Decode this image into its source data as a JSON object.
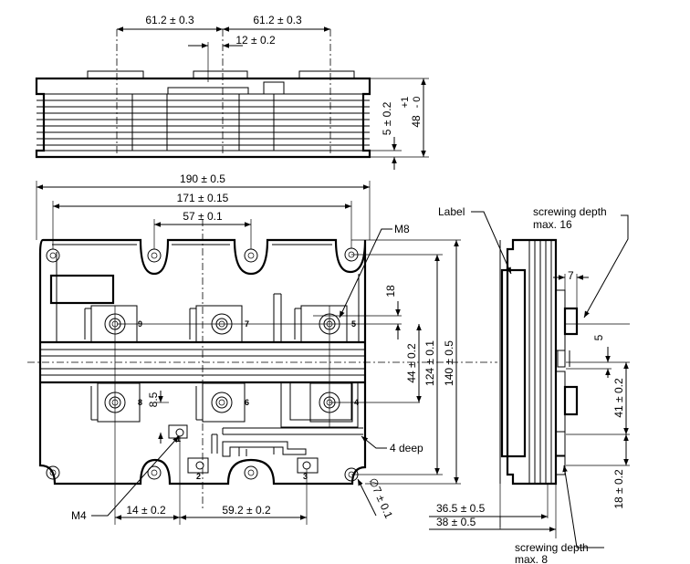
{
  "top_view": {
    "dim_left": "61.2 ± 0.3",
    "dim_right": "61.2 ± 0.3",
    "dim_center": "12 ± 0.2",
    "dim_base": "5 ± 0.2",
    "dim_height_main": "48",
    "dim_height_tol_plus": "+1",
    "dim_height_tol_minus": "- 0"
  },
  "front_view": {
    "dim_width_total": "190 ± 0.5",
    "dim_width_holes": "171 ± 0.15",
    "dim_width_inner": "57 ± 0.1",
    "dim_height_total": "140 ± 0.5",
    "dim_height_holes": "124 ± 0.1",
    "dim_height_terminals": "44 ± 0.2",
    "dim_term_18": "18",
    "dim_85": "8.5",
    "dim_bottom_left": "14 ± 0.2",
    "dim_bottom_mid": "59.2 ± 0.2",
    "label_m8": "M8",
    "label_m4": "M4",
    "label_deep": "4 deep",
    "label_hole": "∅7 ± 0.1",
    "pins": {
      "p9": "9",
      "p7": "7",
      "p5": "5",
      "p8": "8",
      "p6": "6",
      "p4": "4",
      "p1": "1",
      "p2": "2",
      "p3": "3"
    }
  },
  "side_view": {
    "label_label": "Label",
    "screw_top_1": "screwing depth",
    "screw_top_2": "max. 16",
    "dim_7": "7",
    "dim_5": "5",
    "dim_41": "41 ± 0.2",
    "dim_18": "18 ± 0.2",
    "dim_365": "36.5 ± 0.5",
    "dim_38": "38 ± 0.5",
    "screw_bot_1": "screwing depth",
    "screw_bot_2": "max. 8"
  }
}
